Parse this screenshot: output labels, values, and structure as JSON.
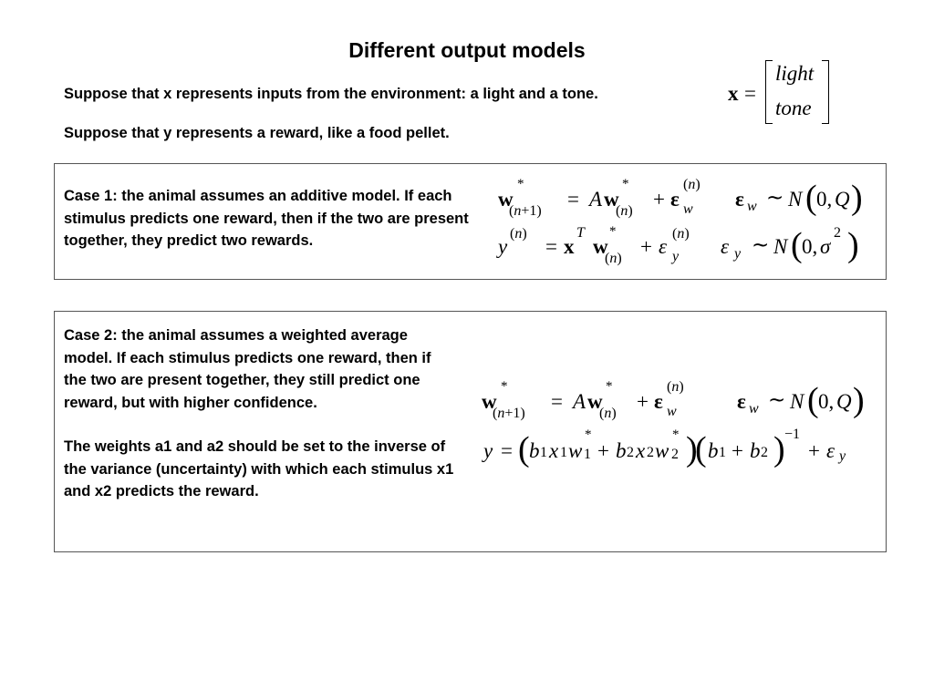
{
  "slide": {
    "title": "Different output models",
    "intro_line_1": "Suppose that x represents inputs from the environment: a light and a tone.",
    "intro_line_2": "Suppose that y represents a reward, like a food pellet.",
    "x_vector": {
      "lhs": "x",
      "equals": "=",
      "entries": [
        "light",
        "tone"
      ]
    }
  },
  "case1": {
    "text": "Case 1: the animal assumes an additive model. If each stimulus predicts one reward, then if the two are present together, they predict two rewards.",
    "eq_state": "w*(n+1) = A w*(n) + ε_w^(n)",
    "eq_state_noise": "ε_w ∼ N(0, Q)",
    "eq_obs": "y^(n) = x^T w*(n) + ε_y^(n)",
    "eq_obs_noise": "ε_y ∼ N(0, σ²)"
  },
  "case2": {
    "text_para_1": "Case 2: the animal assumes a weighted average model.  If each stimulus predicts one reward, then if the two are present together, they still predict one reward, but with higher confidence.",
    "text_para_2": "The weights a1 and a2 should be set to the inverse of the variance (uncertainty) with which each stimulus x1 and x2 predicts the reward.",
    "eq_state": "w*(n+1) = A w*(n) + ε_w^(n)",
    "eq_state_noise": "ε_w ∼ N(0, Q)",
    "eq_obs": "y = (b1 x1 w1* + b2 x2 w2*)(b1 + b2)^−1 + ε_y"
  }
}
